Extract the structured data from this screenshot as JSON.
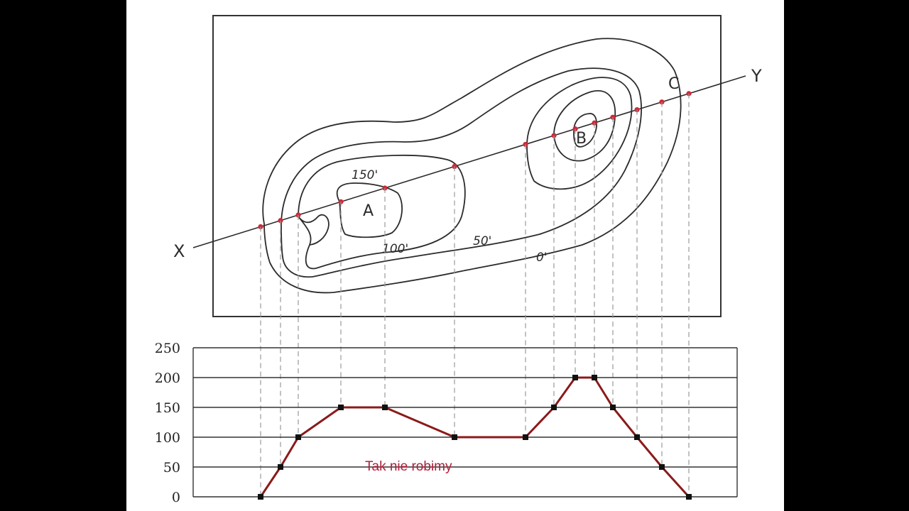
{
  "map": {
    "x_label": "X",
    "y_label": "Y",
    "hill_labels": [
      "A",
      "B",
      "C"
    ],
    "contour_labels": [
      "150'",
      "100'",
      "50'",
      "0'"
    ]
  },
  "profile": {
    "y_ticks": [
      "250",
      "200",
      "150",
      "100",
      "50",
      "0"
    ],
    "annotation": "Tak nie robimy"
  },
  "colors": {
    "background": "#000000",
    "paper": "#ffffff",
    "ink": "#2b2b2b",
    "intersection_point": "#cc2a3a",
    "profile_line": "#8b1a1a",
    "annotation": "#b0203a"
  },
  "chart_data": {
    "type": "line",
    "ylim": [
      0,
      250
    ],
    "grid": true,
    "series": [
      {
        "values": [
          0,
          50,
          100,
          150,
          150,
          100,
          100,
          150,
          200,
          200,
          150,
          100,
          50,
          0
        ]
      }
    ]
  }
}
